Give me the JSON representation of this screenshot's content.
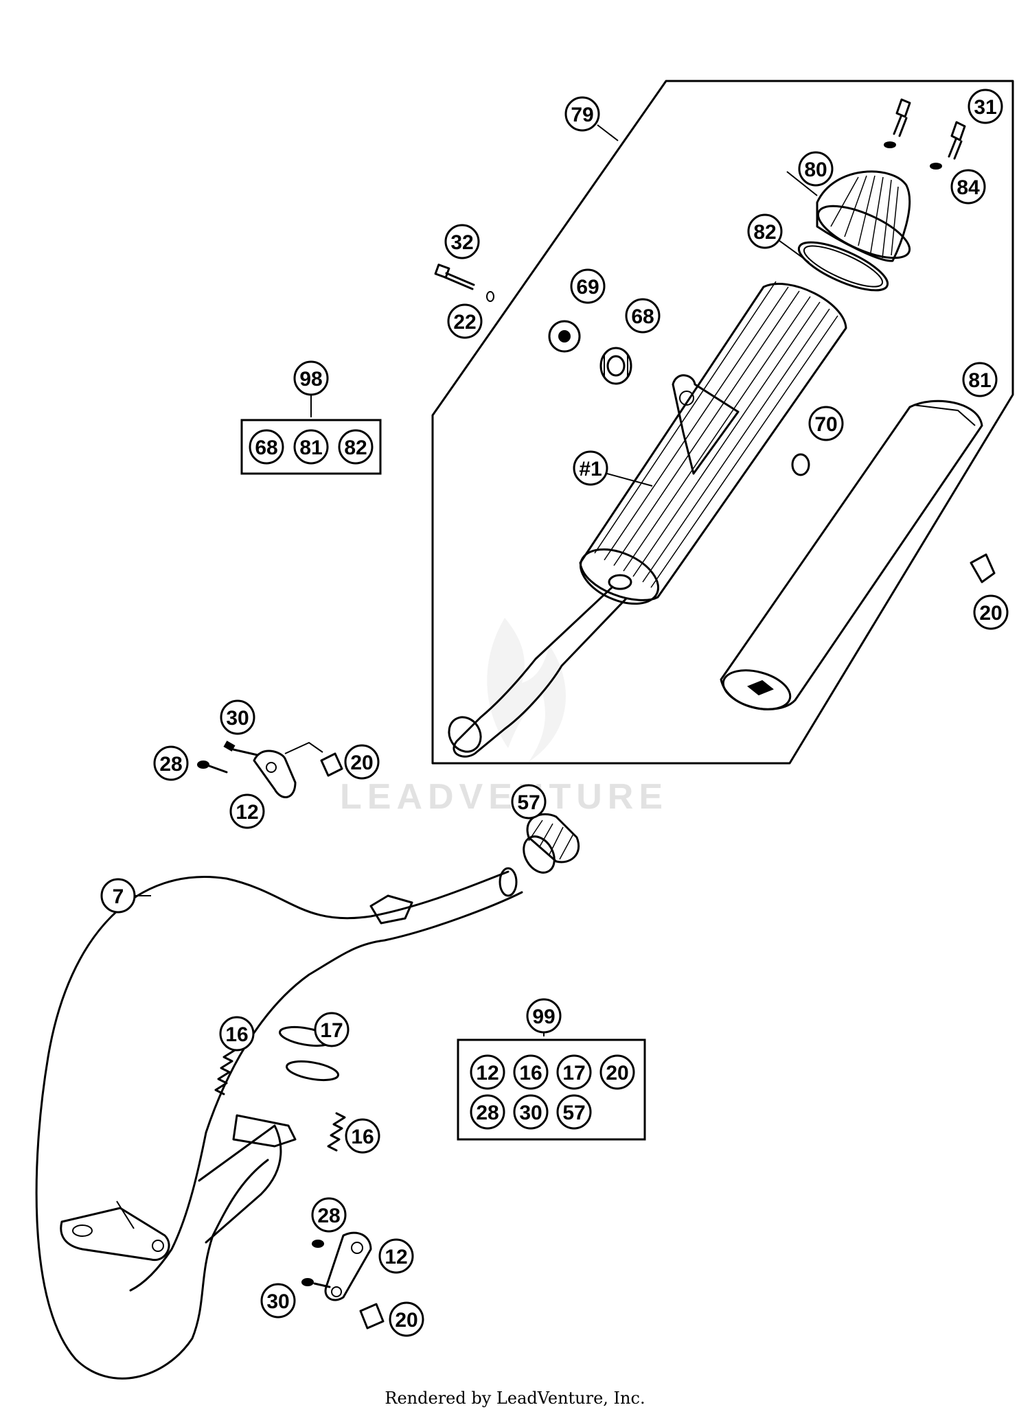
{
  "watermark": "LEADVENTURE",
  "footer": "Rendered by LeadVenture, Inc.",
  "callouts": {
    "c79": "79",
    "c31": "31",
    "c80": "80",
    "c84": "84",
    "c82": "82",
    "c32": "32",
    "c22": "22",
    "c69": "69",
    "c68": "68",
    "c98": "98",
    "c81": "81",
    "c70": "70",
    "c1": "#1",
    "c20a": "20",
    "c30a": "30",
    "c28a": "28",
    "c20b": "20",
    "c12a": "12",
    "c57": "57",
    "c7": "7",
    "c99": "99",
    "c16a": "16",
    "c17": "17",
    "c16b": "16",
    "c28b": "28",
    "c12b": "12",
    "c30b": "30",
    "c20c": "20"
  },
  "kit98": [
    "68",
    "81",
    "82"
  ],
  "kit99_row1": [
    "12",
    "16",
    "17",
    "20"
  ],
  "kit99_row2": [
    "28",
    "30",
    "57"
  ]
}
